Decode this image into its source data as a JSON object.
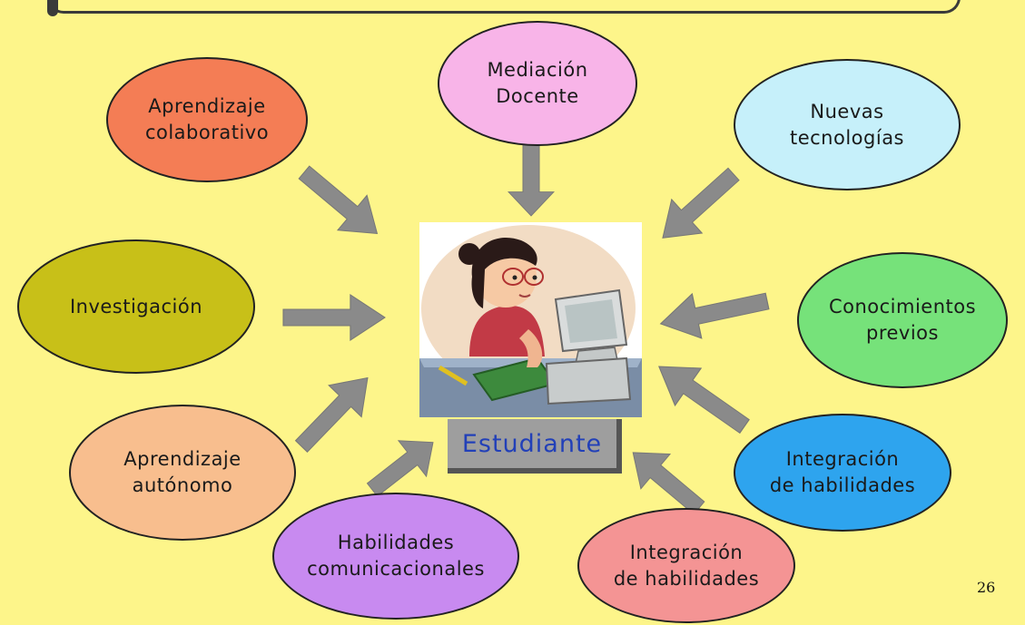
{
  "colors": {
    "background": "#fdf58a",
    "arrow": "#8a8a8a",
    "student_label_bg": "#9e9e9e",
    "student_label_text": "#2240b8"
  },
  "center": {
    "label": "Estudiante",
    "image_icon": "student-at-computer-illustration"
  },
  "nodes": {
    "aprendizaje_colaborativo": {
      "label": "Aprendizaje\ncolaborativo",
      "color": "#f47d55"
    },
    "mediacion_docente": {
      "label": "Mediación\nDocente",
      "color": "#f8b4e8"
    },
    "nuevas_tecnologias": {
      "label": "Nuevas\ntecnologías",
      "color": "#c6f0fa"
    },
    "investigacion": {
      "label": "Investigación",
      "color": "#c8c018"
    },
    "conocimientos_previos": {
      "label": "Conocimientos\nprevios",
      "color": "#76e27a"
    },
    "aprendizaje_autonomo": {
      "label": "Aprendizaje\nautónomo",
      "color": "#f8be8e"
    },
    "integracion_habilidades_right": {
      "label": "Integración\nde habilidades",
      "color": "#2ea4ee"
    },
    "habilidades_comunicacionales": {
      "label": "Habilidades\ncomunicacionales",
      "color": "#c88af0"
    },
    "integracion_habilidades_bottom": {
      "label": "Integración\nde habilidades",
      "color": "#f49494"
    }
  },
  "page_number": "26"
}
